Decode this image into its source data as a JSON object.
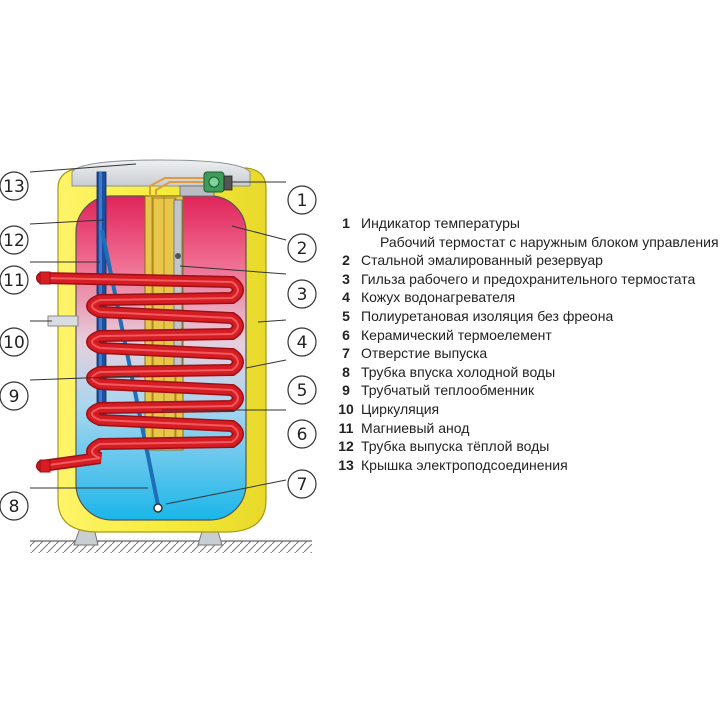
{
  "legend": {
    "items": [
      {
        "num": "1",
        "text": "Индикатор температуры"
      },
      {
        "num": "",
        "text": "Рабочий термостат с наружным блоком управления"
      },
      {
        "num": "2",
        "text": "Стальной эмалированный резервуар"
      },
      {
        "num": "3",
        "text": "Гильза рабочего и предохранительного термостата"
      },
      {
        "num": "4",
        "text": "Кожух водонагревателя"
      },
      {
        "num": "5",
        "text": "Полиуретановая изоляция без фреона"
      },
      {
        "num": "6",
        "text": "Керамический термоелемент"
      },
      {
        "num": "7",
        "text": "Отверстие выпуска"
      },
      {
        "num": "8",
        "text": "Трубка впуска холодной воды"
      },
      {
        "num": "9",
        "text": "Трубчатый теплообменник"
      },
      {
        "num": "10",
        "text": "Циркуляция"
      },
      {
        "num": "11",
        "text": "Магниевый анод"
      },
      {
        "num": "12",
        "text": "Трубка выпуска тёплой воды"
      },
      {
        "num": "13",
        "text": "Крышка электроподсоединения"
      }
    ]
  },
  "callouts": {
    "left": [
      "13",
      "12",
      "11",
      "10",
      "9",
      "8"
    ],
    "right": [
      "1",
      "2",
      "3",
      "4",
      "5",
      "6",
      "7"
    ]
  },
  "colors": {
    "casing": "#f6ec3c",
    "tank_top": "#e0245a",
    "tank_bottom": "#1ab6ea",
    "coil": "#d61d23",
    "lid": "#e3e6e8"
  }
}
